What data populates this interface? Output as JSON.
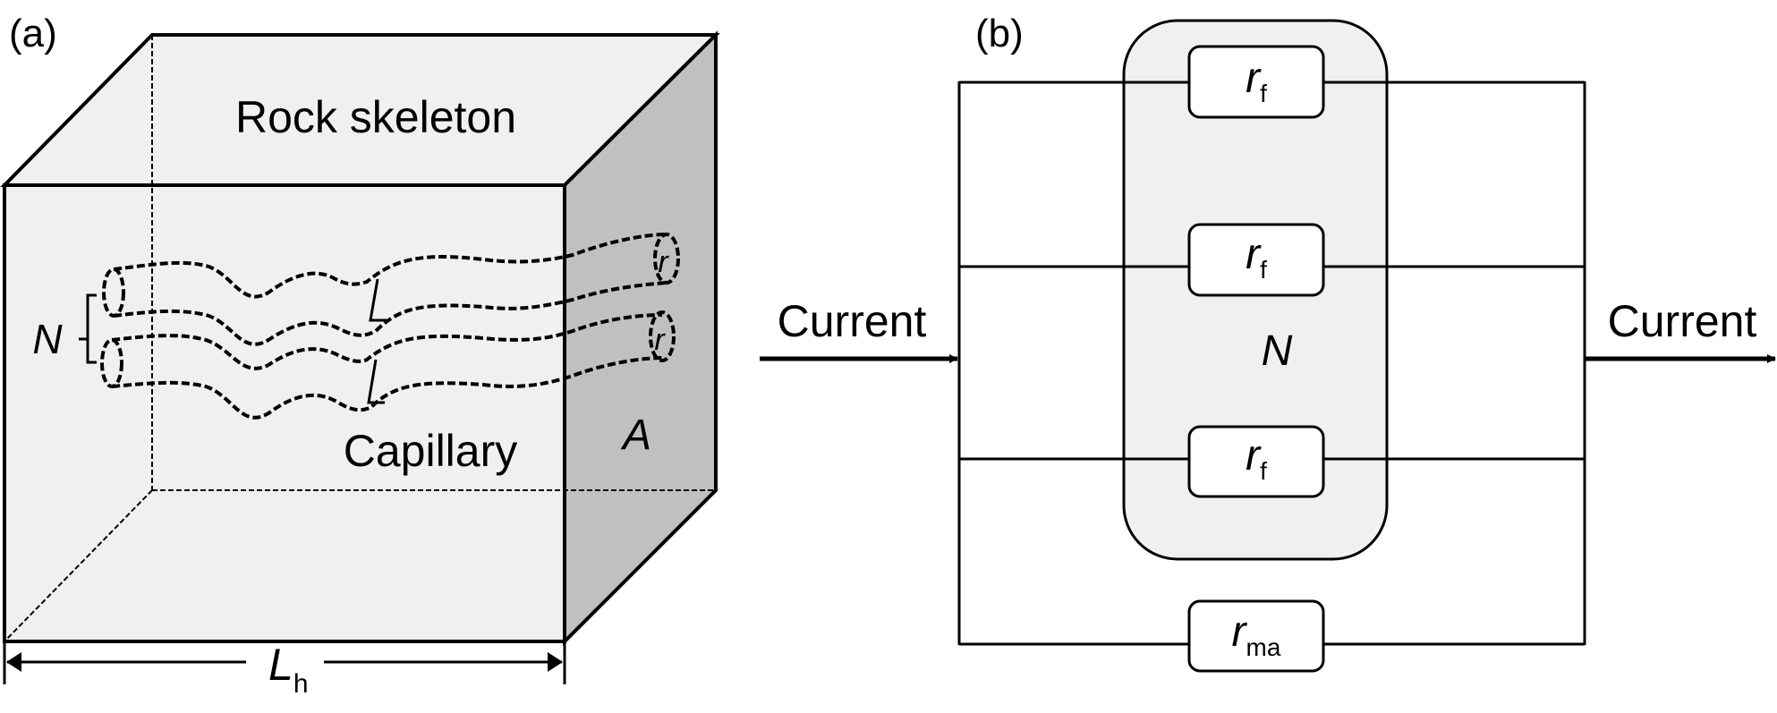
{
  "panel_a": {
    "label": "(a)",
    "top_text": "Rock skeleton",
    "capillary_text": "Capillary",
    "area_label": "A",
    "count_label": "N",
    "length_labels": [
      "L",
      "L"
    ],
    "radius_labels": [
      "r",
      "r"
    ],
    "length_h_main": "L",
    "length_h_sub": "h",
    "colors": {
      "front": "#f1eff0",
      "side": "#c1bfc2",
      "stroke": "#000000"
    }
  },
  "panel_b": {
    "label": "(b)",
    "current_in": "Current",
    "current_out": "Current",
    "group_label": "N",
    "resistors": [
      {
        "main": "r",
        "sub": "f"
      },
      {
        "main": "r",
        "sub": "f"
      },
      {
        "main": "r",
        "sub": "f"
      },
      {
        "main": "r",
        "sub": "ma"
      }
    ],
    "colors": {
      "group_fill": "#f1eff0",
      "box_fill": "#ffffff",
      "stroke": "#000000"
    }
  }
}
